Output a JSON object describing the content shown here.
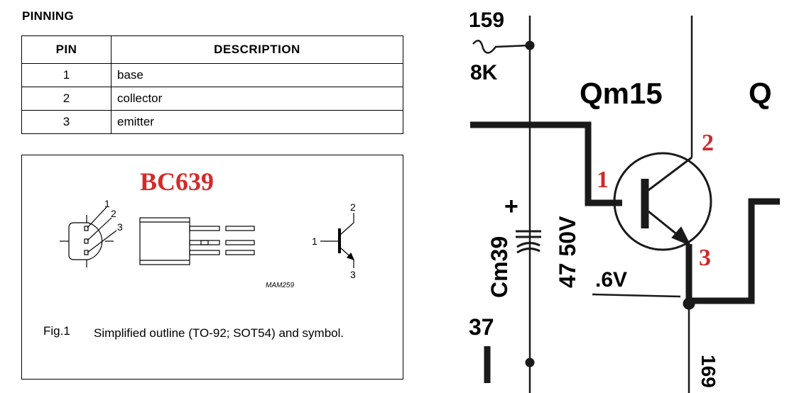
{
  "pinning": {
    "title": "PINNING",
    "header_pin": "PIN",
    "header_desc": "DESCRIPTION",
    "rows": [
      {
        "pin": "1",
        "desc": "base"
      },
      {
        "pin": "2",
        "desc": "collector"
      },
      {
        "pin": "3",
        "desc": "emitter"
      }
    ]
  },
  "figure": {
    "part_label": "BC639",
    "outline_pins": [
      "1",
      "2",
      "3"
    ],
    "symbol_pins": [
      "1",
      "2",
      "3"
    ],
    "ref_code": "MAM259",
    "caption_label": "Fig.1",
    "caption_text": "Simplified outline (TO-92; SOT54) and symbol.",
    "accent_color": "#d42a2a"
  },
  "schematic": {
    "top_label": "159",
    "resistor_value": "8K",
    "transistor_ref": "Qm15",
    "next_ref": "Q",
    "pin_labels": [
      "1",
      "2",
      "3"
    ],
    "cap_ref": "Cm39",
    "cap_value": "47 50V",
    "cap_polarity": "+",
    "voltage": ".6V",
    "bottom_label": "37",
    "bottom_right_label": "169",
    "pin_label_color": "#cc2a2a"
  }
}
